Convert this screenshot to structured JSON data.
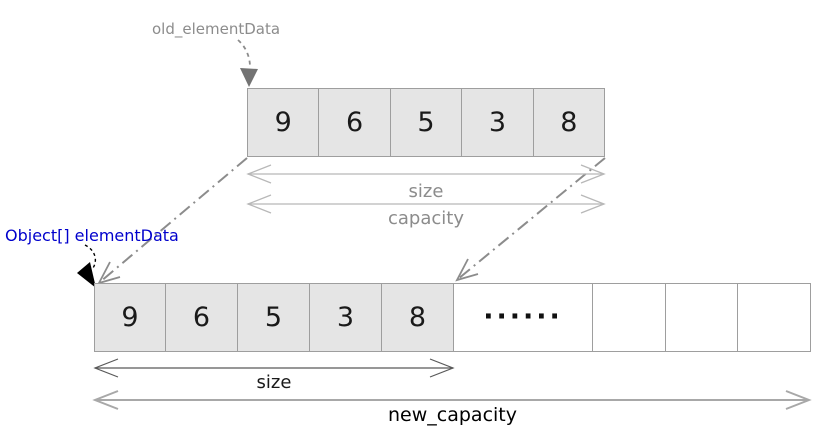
{
  "pointers": {
    "old_label": "old_elementData",
    "new_label": "Object[] elementData"
  },
  "old_array": {
    "cells": [
      "9",
      "6",
      "5",
      "3",
      "8"
    ],
    "size_label": "size",
    "capacity_label": "capacity"
  },
  "new_array": {
    "cells": [
      "9",
      "6",
      "5",
      "3",
      "8"
    ],
    "ellipsis": "......",
    "empty_cell_count": 3,
    "size_label": "size",
    "capacity_label": "new_capacity"
  },
  "colors": {
    "cell_fill": "#e5e5e5",
    "cell_border": "#9e9e9e",
    "pointer_blue": "#0000cc",
    "gray_label": "#8c8c8c",
    "dark_label": "#1a1a1a",
    "connector_gray": "#8c8c8c",
    "arrow_light": "#b8b8b8",
    "arrow_dark": "#595959",
    "arrow_mid": "#a8a8a8"
  }
}
